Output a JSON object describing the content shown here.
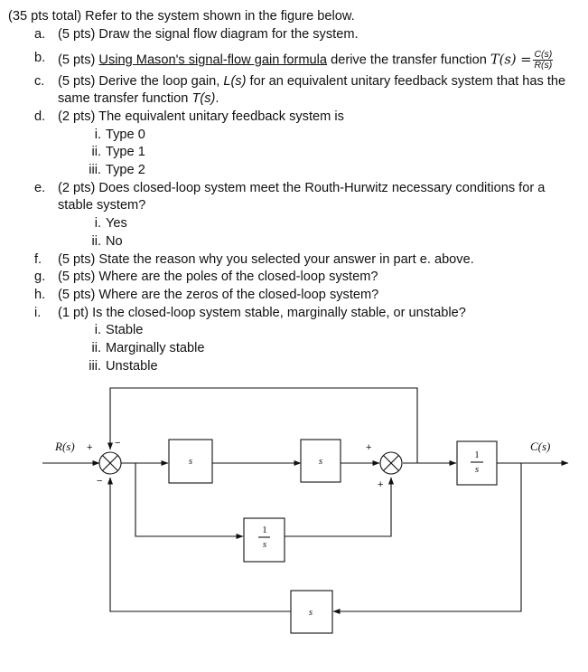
{
  "question": {
    "header": "(35 pts total) Refer to the system shown in the figure below.",
    "a": {
      "label": "a.",
      "text": "(5 pts) Draw the signal flow diagram for the system."
    },
    "b": {
      "label": "b.",
      "pre": "(5 pts) ",
      "underlined": "Using Mason's signal-flow gain formula",
      "post": " derive the transfer function ",
      "tf": "T(s) =",
      "num": "C(s)",
      "den": "R(s)"
    },
    "c": {
      "label": "c.",
      "line1_pre": "(5 pts) Derive the loop gain, ",
      "line1_italic": "L(s)",
      "line1_post": " for an equivalent unitary feedback system that has the",
      "line2_pre": "same transfer function ",
      "line2_italic": "T(s)",
      "line2_post": "."
    },
    "d": {
      "label": "d.",
      "text": "(2 pts) The equivalent unitary feedback system is",
      "options": [
        {
          "label": "i.",
          "text": "Type 0"
        },
        {
          "label": "ii.",
          "text": "Type 1"
        },
        {
          "label": "iii.",
          "text": "Type 2"
        }
      ]
    },
    "e": {
      "label": "e.",
      "line1": "(2 pts) Does closed-loop system meet the Routh-Hurwitz necessary conditions for a",
      "line2": "stable system?",
      "options": [
        {
          "label": "i.",
          "text": "Yes"
        },
        {
          "label": "ii.",
          "text": "No"
        }
      ]
    },
    "f": {
      "label": "f.",
      "text": "(5 pts) State the reason why you selected your answer in part e. above."
    },
    "g": {
      "label": "g.",
      "text": "(5 pts) Where are the poles of the closed-loop system?"
    },
    "h": {
      "label": "h.",
      "text": "(5 pts) Where are the zeros of the closed-loop system?"
    },
    "i": {
      "label": "i.",
      "text": "(1 pt) Is the closed-loop system stable, marginally stable, or unstable?",
      "options": [
        {
          "label": "i.",
          "text": "Stable"
        },
        {
          "label": "ii.",
          "text": "Marginally stable"
        },
        {
          "label": "iii.",
          "text": "Unstable"
        }
      ]
    }
  },
  "diagram": {
    "input_label": "R(s)",
    "output_label": "C(s)",
    "block1": "s",
    "block2": "s",
    "block3_num": "1",
    "block3_den": "s",
    "block4_num": "1",
    "block4_den": "s",
    "block5": "s",
    "sum1_top_sign": "−",
    "sum1_left_sign": "+",
    "sum1_bottom_sign": "−",
    "sum2_left_sign": "+",
    "sum2_bottom_sign": "+"
  }
}
